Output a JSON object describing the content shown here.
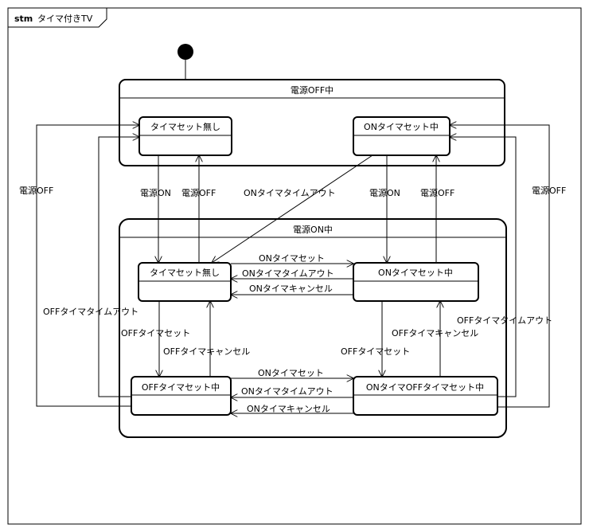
{
  "frame": {
    "keyword": "stm",
    "name": "タイマ付きTV"
  },
  "composites": {
    "power_off": "電源OFF中",
    "power_on": "電源ON中"
  },
  "states": {
    "off_none": "タイマセット無し",
    "off_on_timer": "ONタイマセット中",
    "on_none": "タイマセット無し",
    "on_on_timer": "ONタイマセット中",
    "on_off_timer": "OFFタイマセット中",
    "on_both_timer": "ONタイマOFFタイマセット中"
  },
  "transitions": {
    "power_off_left": "電源OFF",
    "power_off_right": "電源OFF",
    "power_on_1": "電源ON",
    "power_off_1": "電源OFF",
    "on_timeout_diag": "ONタイマタイムアウト",
    "power_on_2": "電源ON",
    "power_off_2": "電源OFF",
    "on_timer_set_top": "ONタイマセット",
    "on_timeout_top": "ONタイマタイムアウト",
    "on_cancel_top": "ONタイマキャンセル",
    "off_timeout_left": "OFFタイマタイムアウト",
    "off_timer_set_left": "OFFタイマセット",
    "off_cancel_left": "OFFタイマキャンセル",
    "off_timer_set_right": "OFFタイマセット",
    "off_cancel_right": "OFFタイマキャンセル",
    "off_timeout_right": "OFFタイマタイムアウト",
    "on_timer_set_bottom": "ONタイマセット",
    "on_timeout_bottom": "ONタイマタイムアウト",
    "on_cancel_bottom": "ONタイマキャンセル"
  }
}
